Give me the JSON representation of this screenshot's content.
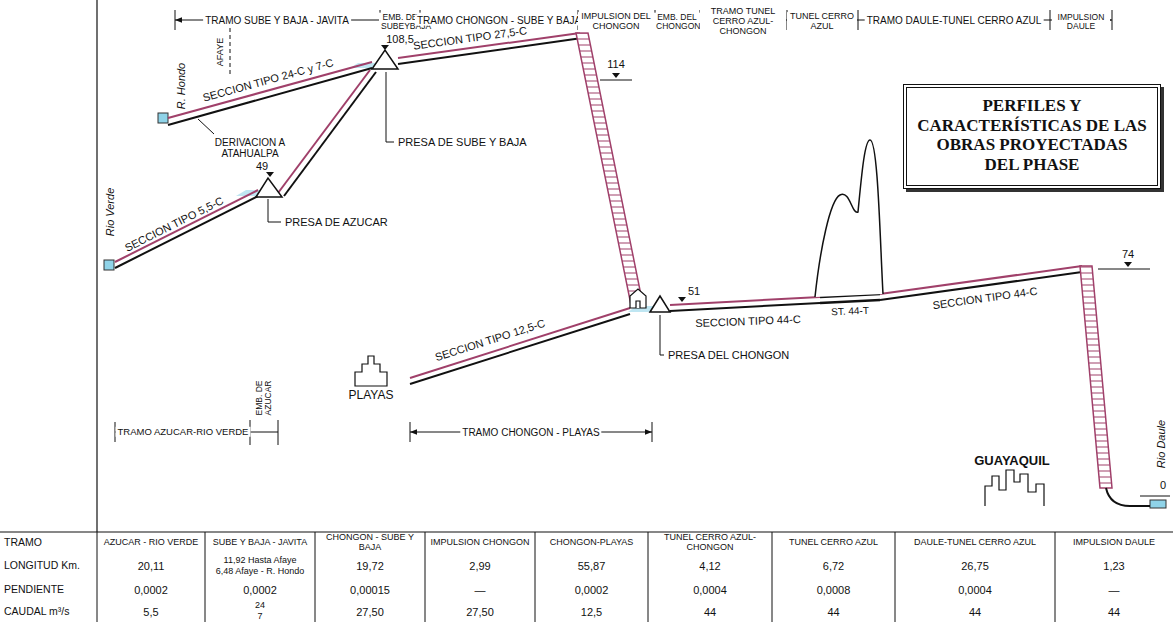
{
  "diagram": {
    "nodes": [
      {
        "text": [
          "PERFILES Y CARACTERÍSTICAS DE LAS OBRAS PROYECTADAS DEL PHASE"
        ]
      }
    ],
    "labels": [
      "TRAMO SUBE Y BAJA - JAVITA",
      "EMB. DE SUBEYBAJA",
      "TRAMO CHONGON - SUBE Y BAJA",
      "IMPULSION DEL CHONGON",
      "EMB. DEL CHONGON",
      "TRAMO TUNEL CERRO AZUL-CHONGON",
      "TUNEL CERRO AZUL",
      "TRAMO DAULE-TUNEL CERRO AZUL",
      "IMPULSION DAULE",
      "R. Hondo",
      "AFAYE",
      "SECCION TIPO 24-C y 7-C",
      "108,5",
      "SECCION TIPO 27,5-C",
      "114",
      "DERIVACION A ATAHUALPA",
      "PRESA DE SUBE Y BAJA",
      "Rio Verde",
      "SECCION TIPO 5,5-C",
      "49",
      "PRESA DE AZUCAR",
      "51",
      "SECCION TIPO 44-C",
      "ST. 44-T",
      "SECCION TIPO 44-C",
      "74",
      "SECCION TIPO 12,5-C",
      "PLAYAS",
      "PRESA DEL CHONGON",
      "GUAYAQUIL",
      "Rio Daule",
      "0",
      "TRAMO AZUCAR-RIO VERDE",
      "EMB. DE AZUCAR",
      "TRAMO CHONGON - PLAYAS",
      "TRAMO",
      "AZUCAR - RIO VERDE",
      "SUBE Y BAJA - JAVITA",
      "CHONGON - SUBE Y BAJA",
      "IMPULSION CHONGON",
      "CHONGON-PLAYAS",
      "TUNEL CERRO AZUL-CHONGON",
      "TUNEL CERRO AZUL",
      "DAULE-TUNEL CERRO AZUL",
      "IMPULSION DAULE",
      "LONGITUD Km.",
      "20,11",
      "11,92 Hasta Afaye",
      "6,48 Afaye - R. Hondo",
      "19,72",
      "2,99",
      "55,87",
      "4,12",
      "6,72",
      "26,75",
      "1,23",
      "PENDIENTE",
      "0,0002",
      "0,0002",
      "0,00015",
      "—",
      "0,0002",
      "0,0004",
      "0,0008",
      "0,0004",
      "—",
      "CAUDAL m³/s",
      "5,5",
      "24",
      "7",
      "27,50",
      "27,50",
      "12,5",
      "44",
      "44",
      "44",
      "44"
    ]
  }
}
